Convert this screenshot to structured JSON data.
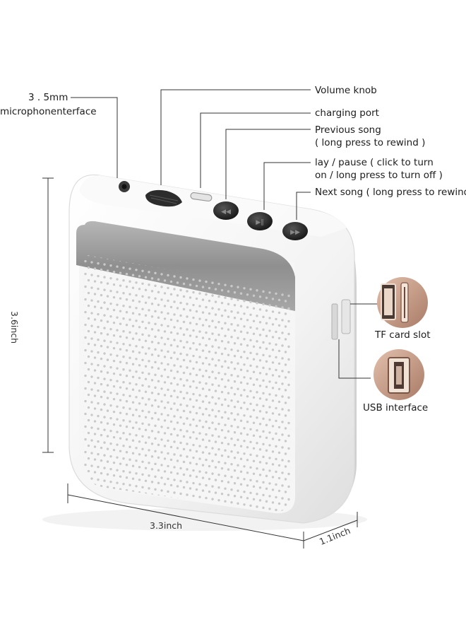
{
  "callouts": {
    "mic_line1": "3 . 5mm",
    "mic_line2": "microphonenterface",
    "volume": "Volume knob",
    "charging": "charging port",
    "prev_line1": "Previous song",
    "prev_line2": "( long press to rewind )",
    "play_line1": "lay / pause ( click to turn",
    "play_line2": "on / long press to turn off )",
    "next": "Next song ( long press to rewind )",
    "tf": "TF card slot",
    "usb": "USB interface"
  },
  "dimensions": {
    "height": "3.6inch",
    "width": "3.3inch",
    "depth": "1.1inch"
  },
  "colors": {
    "body": "#f4f4f4",
    "grille_dot": "#c9c9c9",
    "band": "#9a9a9a",
    "button": "#2a2a2a",
    "line": "#333333",
    "inset_copper": "#c79c87"
  }
}
